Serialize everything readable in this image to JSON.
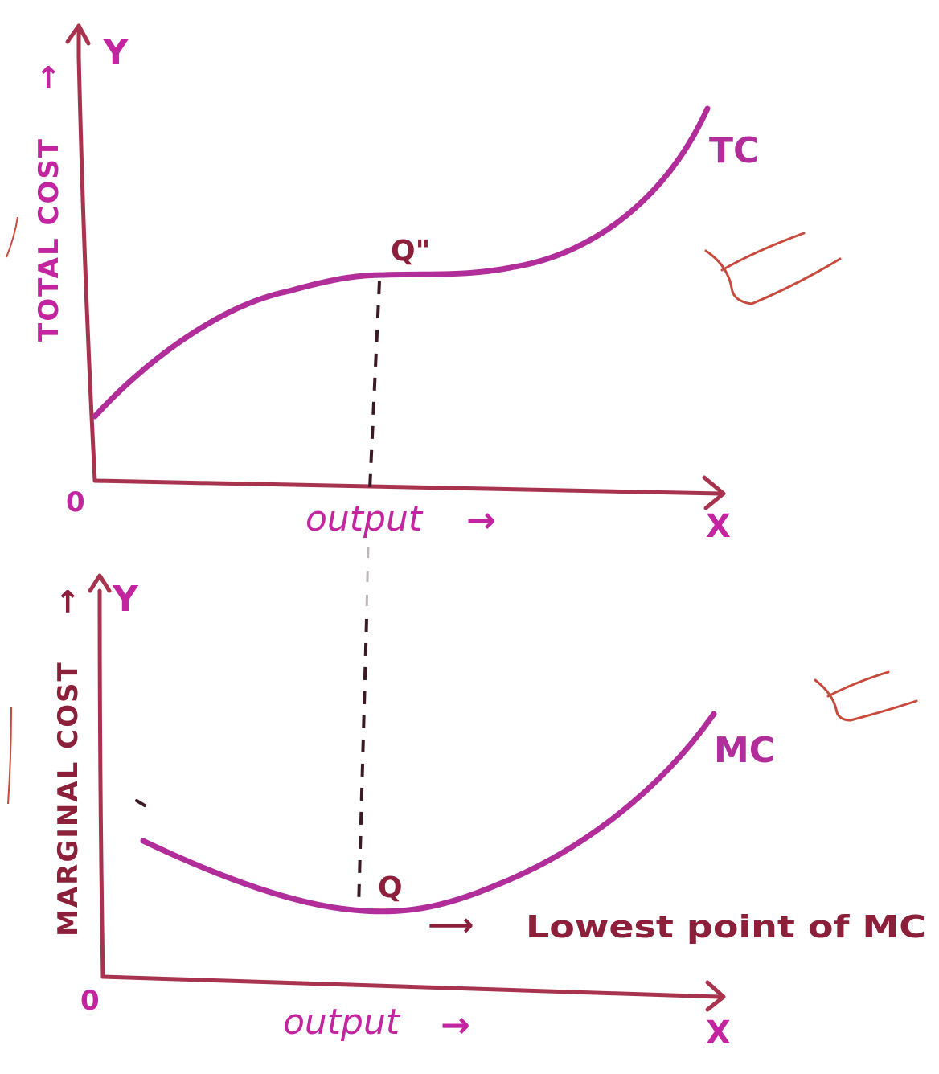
{
  "colors": {
    "axis": "#a8334f",
    "curve": "#b02d9a",
    "label_magenta": "#c2259f",
    "label_maroon": "#8c1f3a",
    "tick_mark": "#c84a3c",
    "dash": "#3a1a24"
  },
  "top_graph": {
    "y_axis_title": "TOTAL COST",
    "y_axis_arrow": "→",
    "y_letter": "Y",
    "x_letter": "X",
    "origin": "0",
    "x_axis_label": "output",
    "x_axis_arrow": "→",
    "curve_label": "TC",
    "point_label": "Q\"",
    "check_icon": "check-mark-icon"
  },
  "bottom_graph": {
    "y_axis_title": "MARGINAL COST",
    "y_axis_arrow": "→",
    "y_letter": "Y",
    "x_letter": "X",
    "origin": "0",
    "x_axis_label": "output",
    "x_axis_arrow": "→",
    "curve_label": "MC",
    "point_label": "Q",
    "annotation_arrow": "⟶",
    "annotation": "Lowest point of MC",
    "check_icon": "check-mark-icon"
  }
}
